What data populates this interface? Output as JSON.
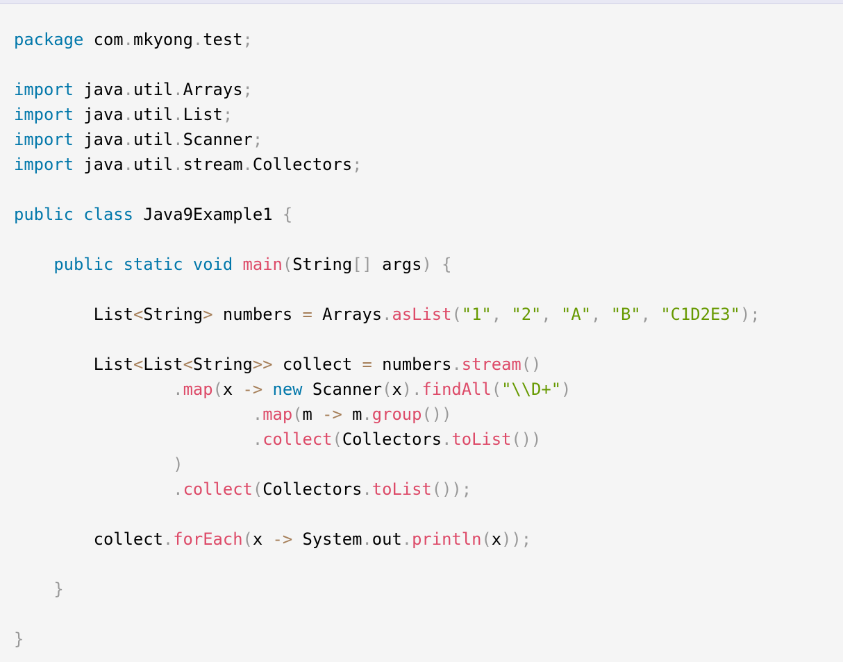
{
  "colors": {
    "keyword": "#07a",
    "plain": "#000000",
    "punctuation": "#999999",
    "operator": "#a67f59",
    "function": "#dd4a68",
    "string": "#669900",
    "background": "#f5f5f5"
  },
  "code": {
    "language": "java",
    "lines": [
      [
        {
          "t": "package",
          "c": "keyword"
        },
        {
          "t": " com",
          "c": "plain"
        },
        {
          "t": ".",
          "c": "punctuation"
        },
        {
          "t": "mkyong",
          "c": "plain"
        },
        {
          "t": ".",
          "c": "punctuation"
        },
        {
          "t": "test",
          "c": "plain"
        },
        {
          "t": ";",
          "c": "punctuation"
        }
      ],
      [],
      [
        {
          "t": "import",
          "c": "keyword"
        },
        {
          "t": " java",
          "c": "plain"
        },
        {
          "t": ".",
          "c": "punctuation"
        },
        {
          "t": "util",
          "c": "plain"
        },
        {
          "t": ".",
          "c": "punctuation"
        },
        {
          "t": "Arrays",
          "c": "plain"
        },
        {
          "t": ";",
          "c": "punctuation"
        }
      ],
      [
        {
          "t": "import",
          "c": "keyword"
        },
        {
          "t": " java",
          "c": "plain"
        },
        {
          "t": ".",
          "c": "punctuation"
        },
        {
          "t": "util",
          "c": "plain"
        },
        {
          "t": ".",
          "c": "punctuation"
        },
        {
          "t": "List",
          "c": "plain"
        },
        {
          "t": ";",
          "c": "punctuation"
        }
      ],
      [
        {
          "t": "import",
          "c": "keyword"
        },
        {
          "t": " java",
          "c": "plain"
        },
        {
          "t": ".",
          "c": "punctuation"
        },
        {
          "t": "util",
          "c": "plain"
        },
        {
          "t": ".",
          "c": "punctuation"
        },
        {
          "t": "Scanner",
          "c": "plain"
        },
        {
          "t": ";",
          "c": "punctuation"
        }
      ],
      [
        {
          "t": "import",
          "c": "keyword"
        },
        {
          "t": " java",
          "c": "plain"
        },
        {
          "t": ".",
          "c": "punctuation"
        },
        {
          "t": "util",
          "c": "plain"
        },
        {
          "t": ".",
          "c": "punctuation"
        },
        {
          "t": "stream",
          "c": "plain"
        },
        {
          "t": ".",
          "c": "punctuation"
        },
        {
          "t": "Collectors",
          "c": "plain"
        },
        {
          "t": ";",
          "c": "punctuation"
        }
      ],
      [],
      [
        {
          "t": "public",
          "c": "keyword"
        },
        {
          "t": " ",
          "c": "plain"
        },
        {
          "t": "class",
          "c": "keyword"
        },
        {
          "t": " Java9Example1 ",
          "c": "plain"
        },
        {
          "t": "{",
          "c": "punctuation"
        }
      ],
      [],
      [
        {
          "t": "    ",
          "c": "plain"
        },
        {
          "t": "public",
          "c": "keyword"
        },
        {
          "t": " ",
          "c": "plain"
        },
        {
          "t": "static",
          "c": "keyword"
        },
        {
          "t": " ",
          "c": "plain"
        },
        {
          "t": "void",
          "c": "keyword"
        },
        {
          "t": " ",
          "c": "plain"
        },
        {
          "t": "main",
          "c": "function"
        },
        {
          "t": "(",
          "c": "punctuation"
        },
        {
          "t": "String",
          "c": "plain"
        },
        {
          "t": "[]",
          "c": "punctuation"
        },
        {
          "t": " args",
          "c": "plain"
        },
        {
          "t": ")",
          "c": "punctuation"
        },
        {
          "t": " ",
          "c": "plain"
        },
        {
          "t": "{",
          "c": "punctuation"
        }
      ],
      [],
      [
        {
          "t": "        List",
          "c": "plain"
        },
        {
          "t": "<",
          "c": "operator"
        },
        {
          "t": "String",
          "c": "plain"
        },
        {
          "t": ">",
          "c": "operator"
        },
        {
          "t": " numbers ",
          "c": "plain"
        },
        {
          "t": "=",
          "c": "operator"
        },
        {
          "t": " Arrays",
          "c": "plain"
        },
        {
          "t": ".",
          "c": "punctuation"
        },
        {
          "t": "asList",
          "c": "function"
        },
        {
          "t": "(",
          "c": "punctuation"
        },
        {
          "t": "\"1\"",
          "c": "string"
        },
        {
          "t": ",",
          "c": "punctuation"
        },
        {
          "t": " ",
          "c": "plain"
        },
        {
          "t": "\"2\"",
          "c": "string"
        },
        {
          "t": ",",
          "c": "punctuation"
        },
        {
          "t": " ",
          "c": "plain"
        },
        {
          "t": "\"A\"",
          "c": "string"
        },
        {
          "t": ",",
          "c": "punctuation"
        },
        {
          "t": " ",
          "c": "plain"
        },
        {
          "t": "\"B\"",
          "c": "string"
        },
        {
          "t": ",",
          "c": "punctuation"
        },
        {
          "t": " ",
          "c": "plain"
        },
        {
          "t": "\"C1D2E3\"",
          "c": "string"
        },
        {
          "t": ");",
          "c": "punctuation"
        }
      ],
      [],
      [
        {
          "t": "        List",
          "c": "plain"
        },
        {
          "t": "<",
          "c": "operator"
        },
        {
          "t": "List",
          "c": "plain"
        },
        {
          "t": "<",
          "c": "operator"
        },
        {
          "t": "String",
          "c": "plain"
        },
        {
          "t": ">>",
          "c": "operator"
        },
        {
          "t": " collect ",
          "c": "plain"
        },
        {
          "t": "=",
          "c": "operator"
        },
        {
          "t": " numbers",
          "c": "plain"
        },
        {
          "t": ".",
          "c": "punctuation"
        },
        {
          "t": "stream",
          "c": "function"
        },
        {
          "t": "()",
          "c": "punctuation"
        }
      ],
      [
        {
          "t": "                ",
          "c": "plain"
        },
        {
          "t": ".",
          "c": "punctuation"
        },
        {
          "t": "map",
          "c": "function"
        },
        {
          "t": "(",
          "c": "punctuation"
        },
        {
          "t": "x ",
          "c": "plain"
        },
        {
          "t": "->",
          "c": "operator"
        },
        {
          "t": " ",
          "c": "plain"
        },
        {
          "t": "new",
          "c": "keyword"
        },
        {
          "t": " Scanner",
          "c": "plain"
        },
        {
          "t": "(",
          "c": "punctuation"
        },
        {
          "t": "x",
          "c": "plain"
        },
        {
          "t": ").",
          "c": "punctuation"
        },
        {
          "t": "findAll",
          "c": "function"
        },
        {
          "t": "(",
          "c": "punctuation"
        },
        {
          "t": "\"\\\\D+\"",
          "c": "string"
        },
        {
          "t": ")",
          "c": "punctuation"
        }
      ],
      [
        {
          "t": "                        ",
          "c": "plain"
        },
        {
          "t": ".",
          "c": "punctuation"
        },
        {
          "t": "map",
          "c": "function"
        },
        {
          "t": "(",
          "c": "punctuation"
        },
        {
          "t": "m ",
          "c": "plain"
        },
        {
          "t": "->",
          "c": "operator"
        },
        {
          "t": " m",
          "c": "plain"
        },
        {
          "t": ".",
          "c": "punctuation"
        },
        {
          "t": "group",
          "c": "function"
        },
        {
          "t": "())",
          "c": "punctuation"
        }
      ],
      [
        {
          "t": "                        ",
          "c": "plain"
        },
        {
          "t": ".",
          "c": "punctuation"
        },
        {
          "t": "collect",
          "c": "function"
        },
        {
          "t": "(",
          "c": "punctuation"
        },
        {
          "t": "Collectors",
          "c": "plain"
        },
        {
          "t": ".",
          "c": "punctuation"
        },
        {
          "t": "toList",
          "c": "function"
        },
        {
          "t": "())",
          "c": "punctuation"
        }
      ],
      [
        {
          "t": "                ",
          "c": "plain"
        },
        {
          "t": ")",
          "c": "punctuation"
        }
      ],
      [
        {
          "t": "                ",
          "c": "plain"
        },
        {
          "t": ".",
          "c": "punctuation"
        },
        {
          "t": "collect",
          "c": "function"
        },
        {
          "t": "(",
          "c": "punctuation"
        },
        {
          "t": "Collectors",
          "c": "plain"
        },
        {
          "t": ".",
          "c": "punctuation"
        },
        {
          "t": "toList",
          "c": "function"
        },
        {
          "t": "());",
          "c": "punctuation"
        }
      ],
      [],
      [
        {
          "t": "        collect",
          "c": "plain"
        },
        {
          "t": ".",
          "c": "punctuation"
        },
        {
          "t": "forEach",
          "c": "function"
        },
        {
          "t": "(",
          "c": "punctuation"
        },
        {
          "t": "x ",
          "c": "plain"
        },
        {
          "t": "->",
          "c": "operator"
        },
        {
          "t": " System",
          "c": "plain"
        },
        {
          "t": ".",
          "c": "punctuation"
        },
        {
          "t": "out",
          "c": "plain"
        },
        {
          "t": ".",
          "c": "punctuation"
        },
        {
          "t": "println",
          "c": "function"
        },
        {
          "t": "(",
          "c": "punctuation"
        },
        {
          "t": "x",
          "c": "plain"
        },
        {
          "t": "));",
          "c": "punctuation"
        }
      ],
      [],
      [
        {
          "t": "    ",
          "c": "plain"
        },
        {
          "t": "}",
          "c": "punctuation"
        }
      ],
      [],
      [
        {
          "t": "}",
          "c": "punctuation"
        }
      ]
    ]
  }
}
